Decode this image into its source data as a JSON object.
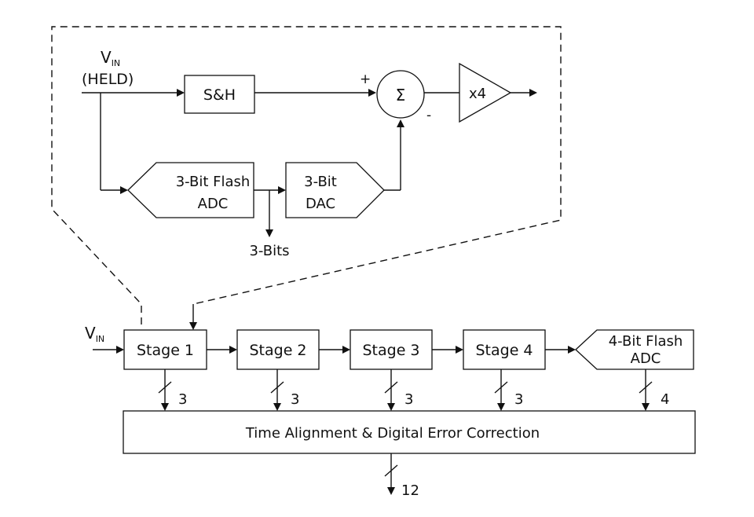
{
  "detail": {
    "vin_main": "V",
    "vin_sub": "IN",
    "held_label": "(HELD)",
    "sh_label": "S&H",
    "sum_symbol": "Σ",
    "plus_label": "+",
    "minus_label": "-",
    "amp_label": "x4",
    "flash_adc_line1": "3-Bit Flash",
    "flash_adc_line2": "ADC",
    "dac_line1": "3-Bit",
    "dac_line2": "DAC",
    "bits_out_label": "3-Bits"
  },
  "pipeline": {
    "vin_main": "V",
    "vin_sub": "IN",
    "stages": [
      "Stage 1",
      "Stage 2",
      "Stage 3",
      "Stage 4"
    ],
    "final_adc_line1": "4-Bit Flash",
    "final_adc_line2": "ADC",
    "bus_widths": [
      "3",
      "3",
      "3",
      "3",
      "4"
    ],
    "correction_label": "Time Alignment & Digital Error Correction",
    "output_width": "12"
  }
}
